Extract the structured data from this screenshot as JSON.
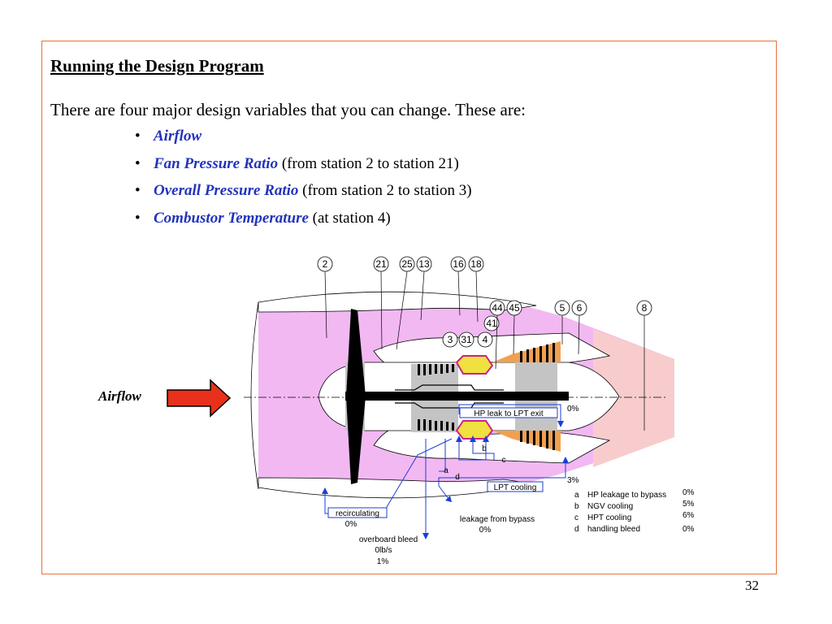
{
  "slide": {
    "heading": "Running the Design Program",
    "intro": "There are four major design variables that you can change.  These are:",
    "bullets": [
      {
        "term": "Airflow",
        "note": ""
      },
      {
        "term": "Fan Pressure Ratio",
        "note": " (from station 2 to station 21)"
      },
      {
        "term": "Overall Pressure Ratio",
        "note": " (from station 2 to station 3)"
      },
      {
        "term": "Combustor Temperature",
        "note": " (at station 4)"
      }
    ],
    "airflow_label": "Airflow",
    "page_number": "32"
  },
  "diagram": {
    "stations": [
      "2",
      "21",
      "25",
      "13",
      "16",
      "18",
      "44",
      "45",
      "41",
      "3",
      "31",
      "4",
      "5",
      "6",
      "8"
    ],
    "annotations": {
      "hp_leak": "HP leak to LPT exit",
      "hp_leak_pct": "0%",
      "lpt_cooling": "LPT cooling",
      "lpt_cooling_pct": "3%",
      "recirculating": "recirculating",
      "recirculating_pct": "0%",
      "overboard": "overboard bleed",
      "overboard_flow": "0lb/s",
      "overboard_pct": "1%",
      "bypass_leak": "leakage from bypass",
      "bypass_leak_pct": "0%",
      "pt_a": "a",
      "pt_b": "b",
      "pt_c": "c",
      "pt_d": "d"
    },
    "legend": [
      {
        "key": "a",
        "label": "HP leakage to bypass",
        "value": "0%"
      },
      {
        "key": "b",
        "label": "NGV cooling",
        "value": "5%"
      },
      {
        "key": "c",
        "label": "HPT cooling",
        "value": "6%"
      },
      {
        "key": "d",
        "label": "handling bleed",
        "value": "0%"
      }
    ]
  },
  "colors": {
    "frame": "#e8703a",
    "term": "#2233bb",
    "bypass": "#f2b8f2",
    "core_gray": "#c4c4c4",
    "combustor": "#f0e040",
    "hot": "#f0a050",
    "exhaust": "#f8c8c8",
    "annotation": "#1a3fd6",
    "arrow": "#e8301a"
  }
}
